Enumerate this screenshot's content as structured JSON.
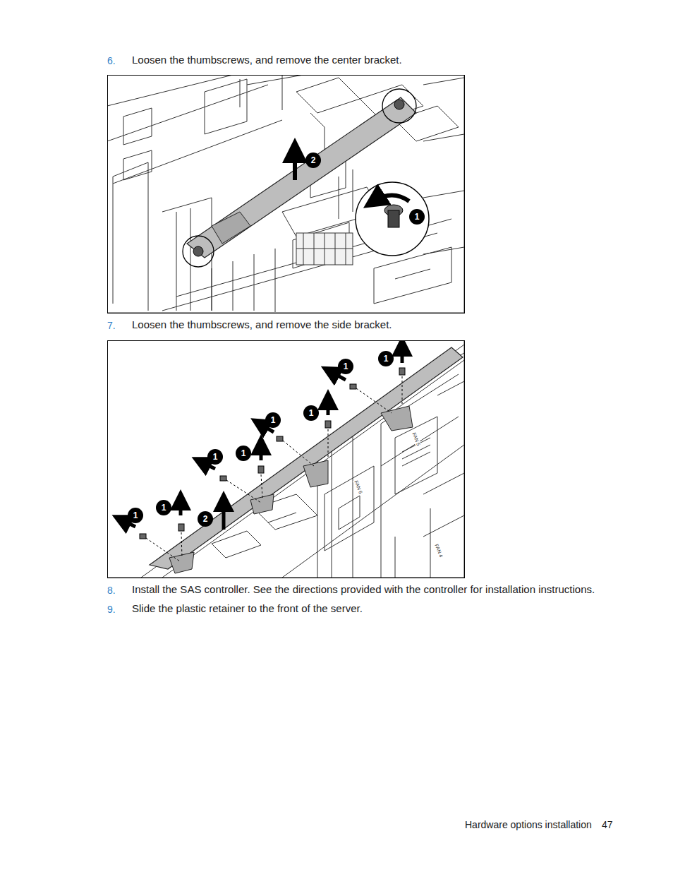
{
  "diagram": {
    "labels": [
      "6.",
      "Loosen the thumbscrews, and remove the center bracket.",
      "2",
      "1",
      "7.",
      "Loosen the thumbscrews, and remove the side bracket.",
      "1",
      "1",
      "1",
      "1",
      "1",
      "1",
      "1",
      "1",
      "2",
      "FAN 5",
      "FAN 6",
      "FAN 4",
      "8.",
      "Install the SAS controller. See the directions provided with the controller for installation instructions.",
      "9.",
      "Slide the plastic retainer to the front of the server.",
      "Hardware options installation",
      "47"
    ]
  }
}
